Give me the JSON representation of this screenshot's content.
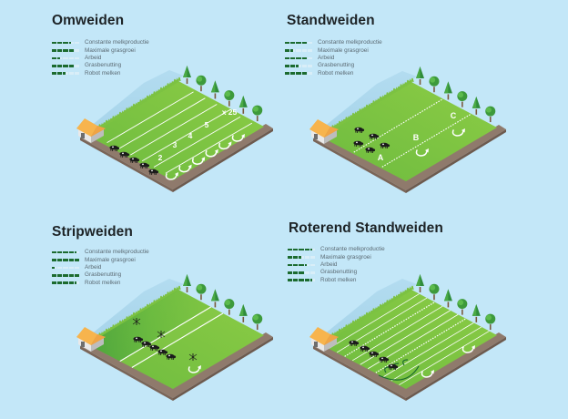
{
  "colors": {
    "background": "#c3e7f8",
    "grass": "#7cc242",
    "grass_dark": "#4fa83a",
    "soil": "#8f7a6c",
    "rating_filled": "#1c6b2f",
    "rating_empty": "#d9eef8",
    "roof": "#f6b04a",
    "cow": "#1b1b1b",
    "tree": "#3f9e3a"
  },
  "rating_scale_max": 5,
  "criteria": [
    "Constante melkproductie",
    "Maximale grasgroei",
    "Arbeid",
    "Grasbenutting",
    "Robot melken"
  ],
  "panels": [
    {
      "id": "omweiden",
      "title": "Omweiden",
      "ratings": [
        {
          "label": "Constante melkproductie",
          "value": 3.5
        },
        {
          "label": "Maximale grasgroei",
          "value": 4
        },
        {
          "label": "Arbeid",
          "value": 1.5
        },
        {
          "label": "Grasbenutting",
          "value": 4
        },
        {
          "label": "Robot melken",
          "value": 2.5
        }
      ],
      "illustration": {
        "paddock_labels": [
          "2",
          "3",
          "4",
          "5",
          "x 25"
        ],
        "cows": 5,
        "rotation_arrows": 6
      }
    },
    {
      "id": "standweiden",
      "title": "Standweiden",
      "ratings": [
        {
          "label": "Constante melkproductie",
          "value": 4
        },
        {
          "label": "Maximale grasgroei",
          "value": 1.5
        },
        {
          "label": "Arbeid",
          "value": 4
        },
        {
          "label": "Grasbenutting",
          "value": 2.5
        },
        {
          "label": "Robot melken",
          "value": 4
        }
      ],
      "illustration": {
        "paddock_labels": [
          "A",
          "B",
          "C"
        ],
        "cows": 5,
        "rotation_arrows": 2
      }
    },
    {
      "id": "stripweiden",
      "title": "Stripweiden",
      "ratings": [
        {
          "label": "Constante melkproductie",
          "value": 4.5
        },
        {
          "label": "Maximale grasgroei",
          "value": 5
        },
        {
          "label": "Arbeid",
          "value": 0.5
        },
        {
          "label": "Grasbenutting",
          "value": 5
        },
        {
          "label": "Robot melken",
          "value": 4.5
        }
      ],
      "illustration": {
        "paddock_labels": [],
        "cows": 5,
        "rotation_arrows": 1,
        "fence_posts": 3
      }
    },
    {
      "id": "roterend-standweiden",
      "title": "Roterend Standweiden",
      "ratings": [
        {
          "label": "Constante melkproductie",
          "value": 4.5
        },
        {
          "label": "Maximale grasgroei",
          "value": 2.5
        },
        {
          "label": "Arbeid",
          "value": 3.5
        },
        {
          "label": "Grasbenutting",
          "value": 3
        },
        {
          "label": "Robot melken",
          "value": 4.5
        }
      ],
      "illustration": {
        "paddock_labels": [],
        "cows": 5,
        "rotation_arrows": 2,
        "movement_arrows": 3
      }
    }
  ]
}
